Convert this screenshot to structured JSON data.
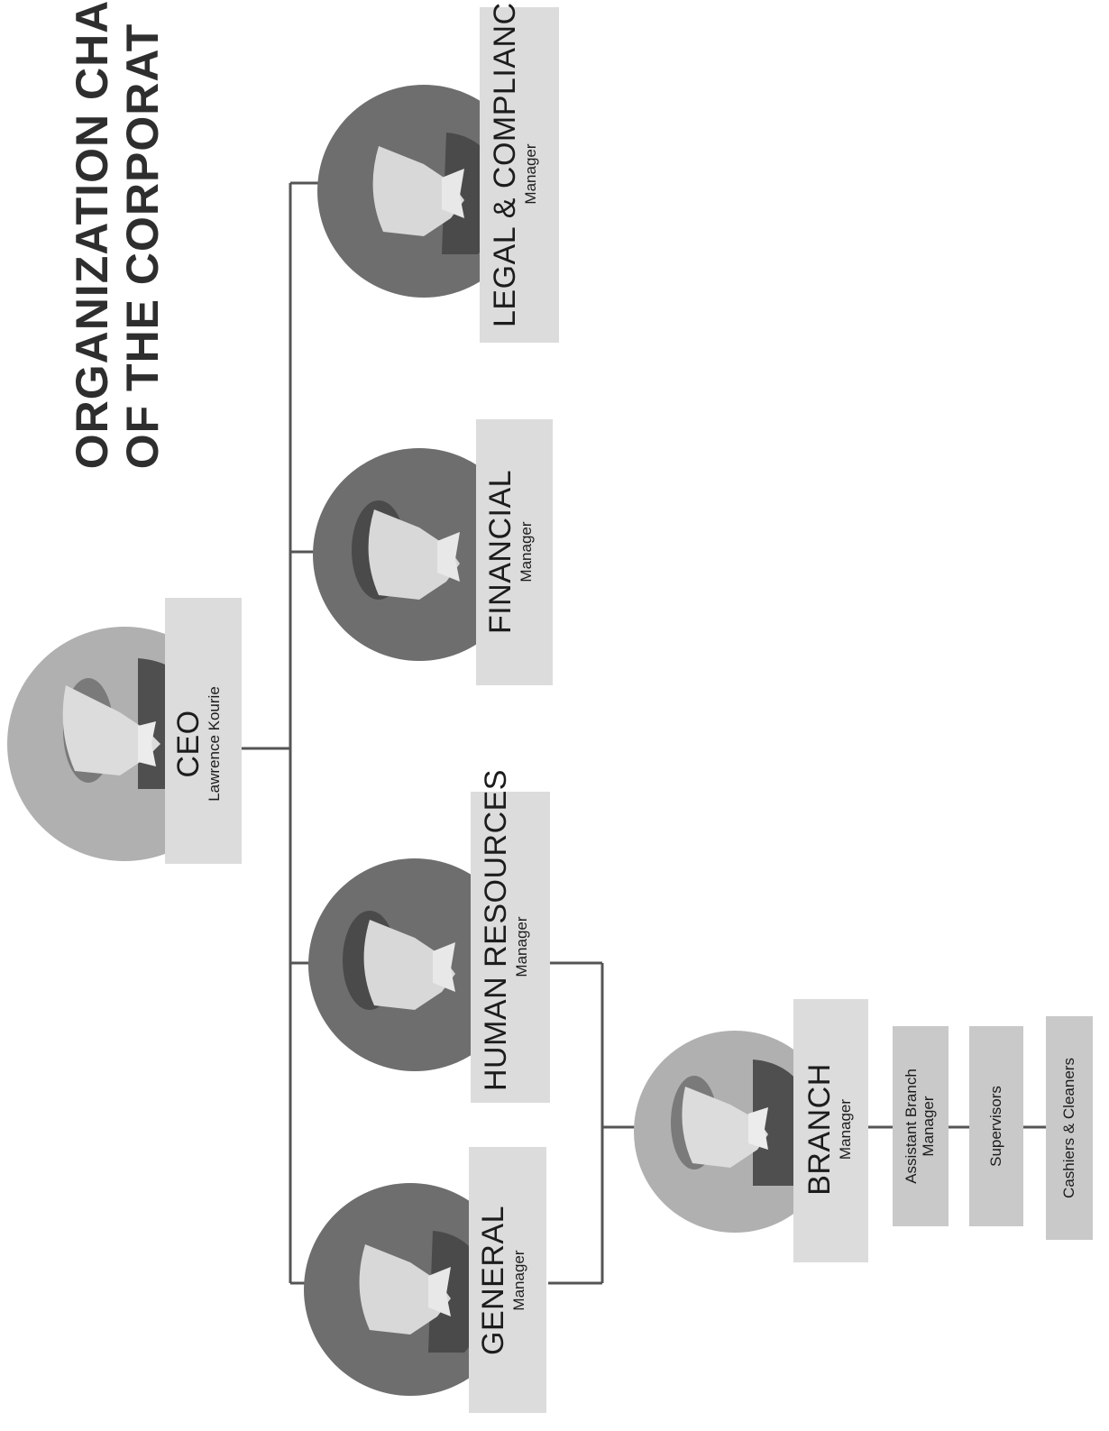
{
  "title": {
    "line1": "ORGANIZATION CHA",
    "line2": "OF THE CORPORAT"
  },
  "ceo": {
    "title": "CEO",
    "name": "Lawrence Kourie"
  },
  "managers": [
    {
      "title": "LEGAL & COMPLIANCE",
      "sub": "Manager"
    },
    {
      "title": "FINANCIAL",
      "sub": "Manager"
    },
    {
      "title": "HUMAN RESOURCES",
      "sub": "Manager"
    },
    {
      "title": "GENERAL",
      "sub": "Manager"
    }
  ],
  "branch": {
    "title": "BRANCH",
    "sub": "Manager"
  },
  "staff": [
    {
      "line1": "Assistant Branch",
      "line2": "Manager"
    },
    {
      "line1": "Supervisors"
    },
    {
      "line1": "Cashiers & Cleaners"
    }
  ],
  "colors": {
    "outer_circle": "#6e6e6e",
    "ceo_circle": "#b4b4b4",
    "branch_circle": "#b4b4b4",
    "plate": "#dcdcdc",
    "small_box": "#c9c9c9",
    "connector": "#555555"
  }
}
